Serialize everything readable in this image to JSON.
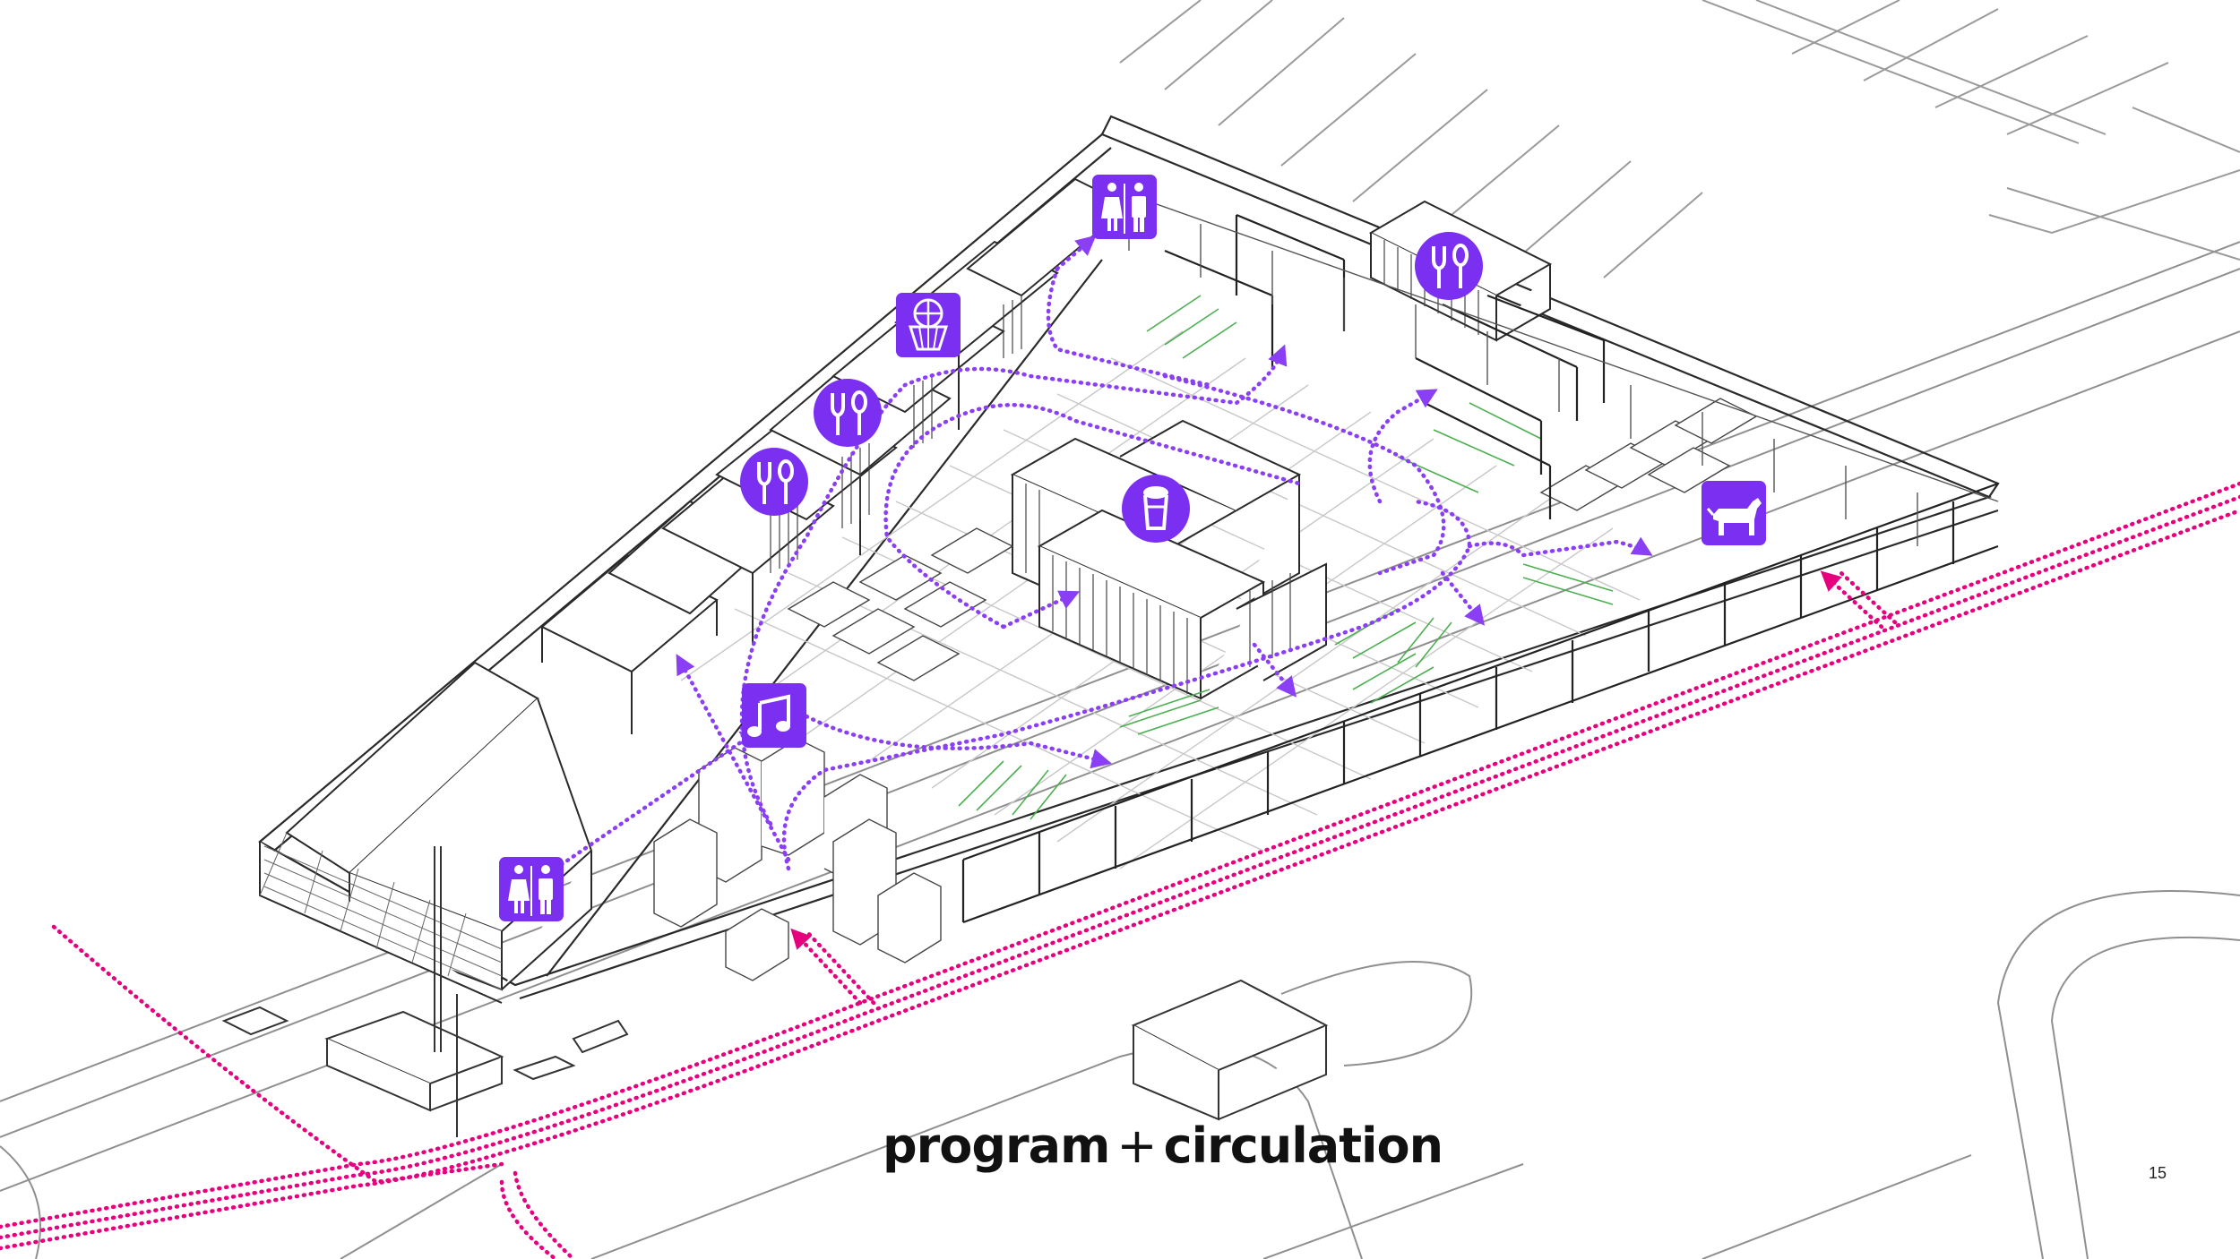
{
  "title": {
    "program": "program",
    "plus": "+",
    "circulation": "circulation"
  },
  "page_number": "15",
  "colors": {
    "icon_fill": "#7b2ff0",
    "internal_path": "#8a3ff5",
    "street_path": "#e6007e",
    "linework": "#2a2a2a",
    "seating": "#4caf50"
  },
  "icons": [
    {
      "name": "restroom-icon-north"
    },
    {
      "name": "food-icon-northeast"
    },
    {
      "name": "basketball-icon"
    },
    {
      "name": "food-icon-west-upper"
    },
    {
      "name": "food-icon-west-lower"
    },
    {
      "name": "beer-bar-icon"
    },
    {
      "name": "dog-park-icon"
    },
    {
      "name": "music-stage-icon"
    },
    {
      "name": "restroom-icon-south"
    }
  ]
}
